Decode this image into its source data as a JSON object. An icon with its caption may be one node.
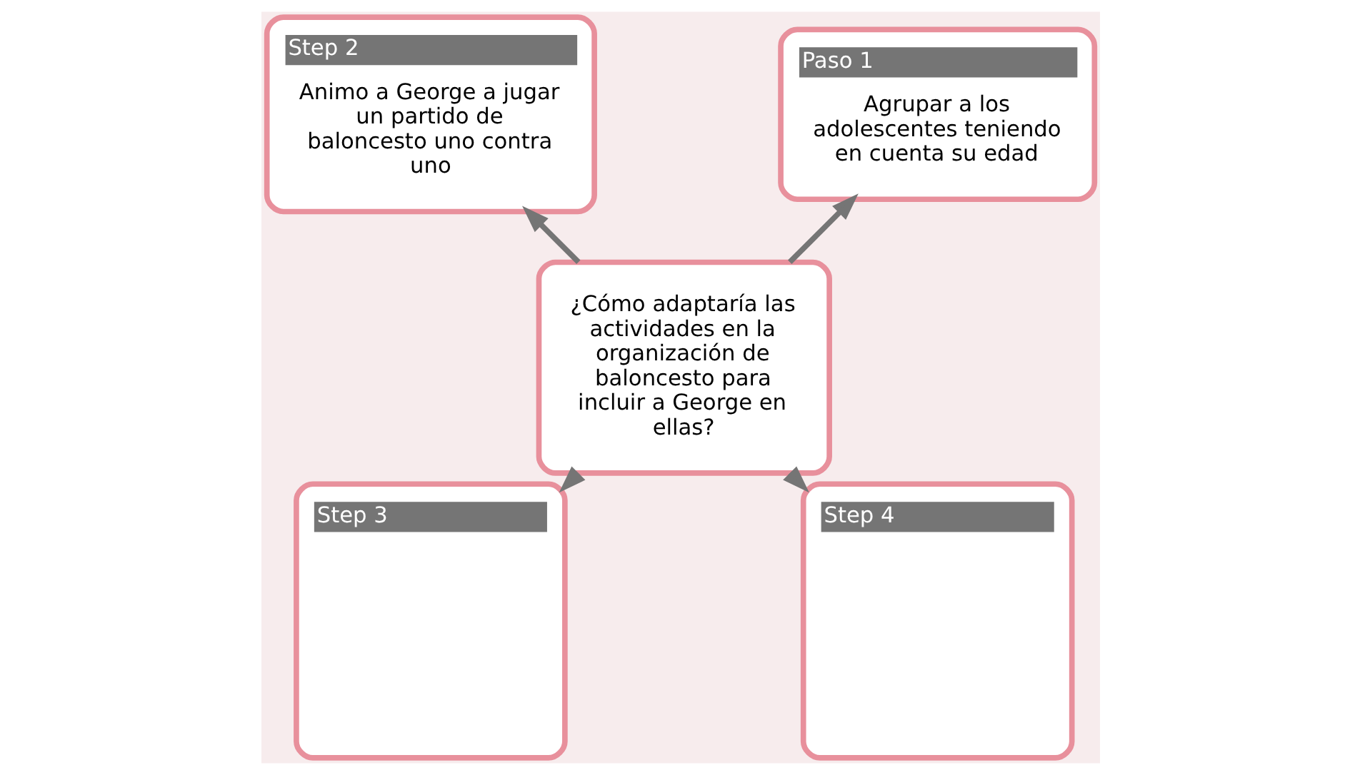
{
  "diagram": {
    "nodes": [
      {
        "text": [
          "¿Cómo adaptaría las actividades en la organización de baloncesto para incluir a George en ellas?"
        ]
      },
      {
        "text": [
          "Paso 1",
          "Agrupar a los adolescentes teniendo en cuenta su edad"
        ]
      },
      {
        "text": [
          "Step 2",
          "Animo a George a jugar un partido de baloncesto uno contra uno"
        ]
      },
      {
        "text": [
          "Step 3"
        ]
      },
      {
        "text": [
          "Step 4"
        ]
      }
    ],
    "edges": [
      {
        "from": 0,
        "to": 1,
        "arrow": "to"
      },
      {
        "from": 0,
        "to": 2,
        "arrow": "to"
      },
      {
        "from": 0,
        "to": 3,
        "arrow": "to"
      },
      {
        "from": 0,
        "to": 4,
        "arrow": "to"
      }
    ]
  }
}
